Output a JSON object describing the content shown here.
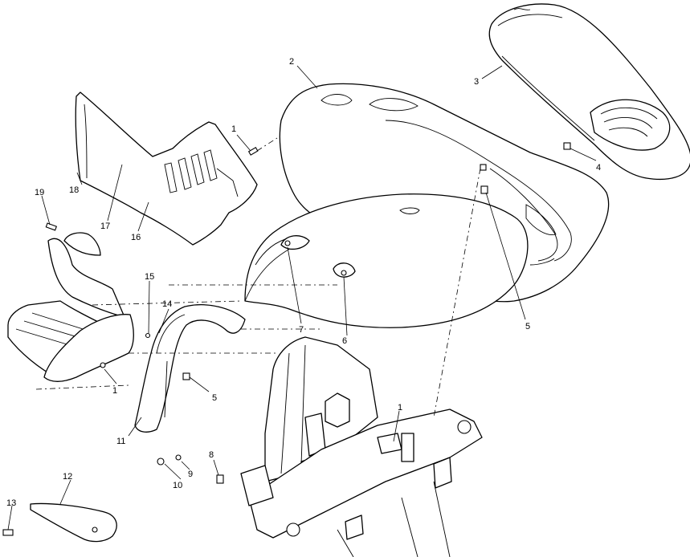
{
  "diagram": {
    "callouts": [
      "1",
      "2",
      "3",
      "4",
      "5",
      "6",
      "7",
      "8",
      "9",
      "10",
      "11",
      "12",
      "13",
      "14",
      "15",
      "16",
      "17",
      "18",
      "19",
      "5",
      "1",
      "1"
    ]
  },
  "colors": {
    "line": "#000000",
    "background": "#ffffff"
  }
}
